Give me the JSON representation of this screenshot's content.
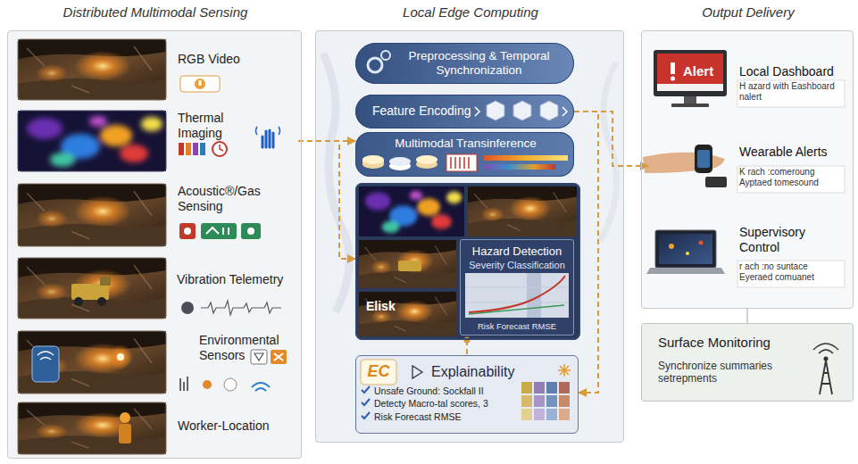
{
  "diagram": {
    "nodes": [
      {
        "text": [
          "Distributed Multimodal Sensing"
        ]
      },
      {
        "text": [
          "RGB Video"
        ],
        "in": 0
      },
      {
        "text": [
          "Thermal Imaging"
        ],
        "in": 0
      },
      {
        "text": [
          "Acoustic®/Gas Sensing"
        ],
        "in": 0
      },
      {
        "text": [
          "Vibration Telemetry"
        ],
        "in": 0
      },
      {
        "text": [
          "Environmental Sensors"
        ],
        "in": 0
      },
      {
        "text": [
          "Worker-Location"
        ],
        "in": 0
      },
      {
        "text": [
          "Local Edge Computing"
        ]
      },
      {
        "text": [
          "Preprocessing & Temporal Synchronization"
        ],
        "in": 7
      },
      {
        "text": [
          "Feature Encoding"
        ],
        "in": 7
      },
      {
        "text": [
          "Multimodal Transinference"
        ],
        "in": 7
      },
      {
        "text": [
          "Elisk"
        ],
        "in": 7
      },
      {
        "text": [
          "Hazard Detection",
          "Severity Classification",
          "Risk Forecast RMSE"
        ],
        "in": 11
      },
      {
        "text": [
          "EC",
          "Explainability",
          "Unsafe Ground: Sockfall II",
          "Detecty Macro-tal scores, 3",
          "Risk Forecast RMSE"
        ],
        "in": 7
      },
      {
        "text": [
          "Output Delivery"
        ]
      },
      {
        "text": [
          "Local Dashboard",
          "H azard with Eashboard nalert"
        ],
        "in": 14
      },
      {
        "text": [
          "Wearable Alerts",
          "K rach :comeroung Ayptaed tomesound"
        ],
        "in": 14
      },
      {
        "text": [
          "Supervisory Control",
          "r ach :no suntace Eyeraed comuanet"
        ],
        "in": 14
      },
      {
        "text": [
          "Surface Monitoring",
          "Synchronize summaries setrepments"
        ]
      }
    ],
    "edges": [
      {
        "from": 2,
        "to": 10,
        "arrow": "to"
      },
      {
        "from": 2,
        "to": 11,
        "arrow": "to"
      },
      {
        "from": 9,
        "to": 16,
        "arrow": "to"
      },
      {
        "from": 9,
        "to": 13,
        "arrow": "to"
      },
      {
        "from": 11,
        "to": 13,
        "arrow": "none"
      }
    ],
    "labels": [
      "Alert"
    ]
  }
}
